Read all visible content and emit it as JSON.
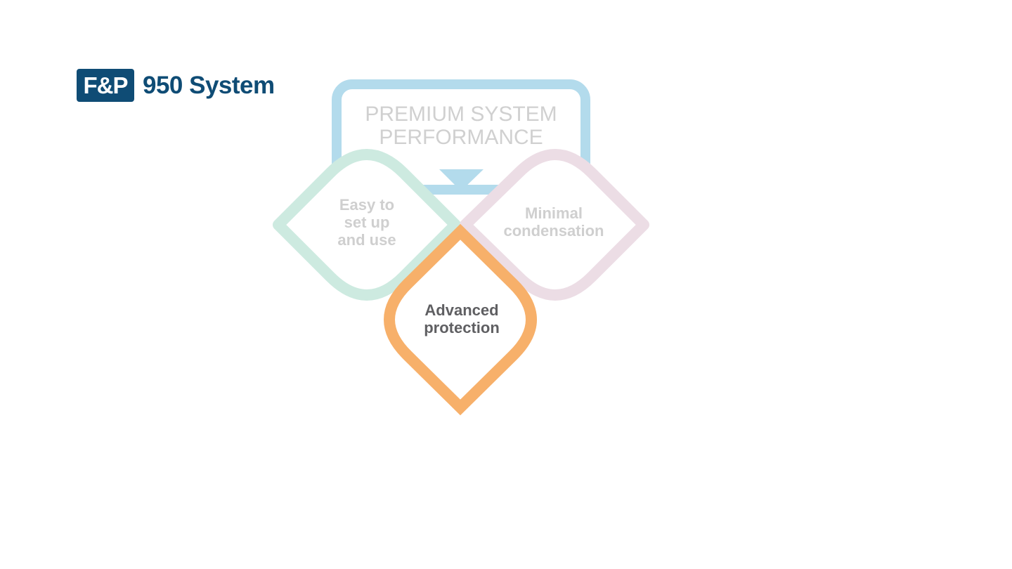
{
  "logo": {
    "badge": "F&P",
    "product": "950 System"
  },
  "diagram": {
    "title_line1": "PREMIUM SYSTEM",
    "title_line2": "PERFORMANCE",
    "items": [
      {
        "label_lines": [
          "Easy to",
          "set up",
          "and use"
        ],
        "color": "#cdeae0",
        "active": false
      },
      {
        "label_lines": [
          "Minimal",
          "condensation"
        ],
        "color": "#ecdde5",
        "active": false
      },
      {
        "label_lines": [
          "Advanced",
          "protection"
        ],
        "color": "#f7b06a",
        "active": true
      }
    ],
    "frame_color": "#b3dbec"
  }
}
